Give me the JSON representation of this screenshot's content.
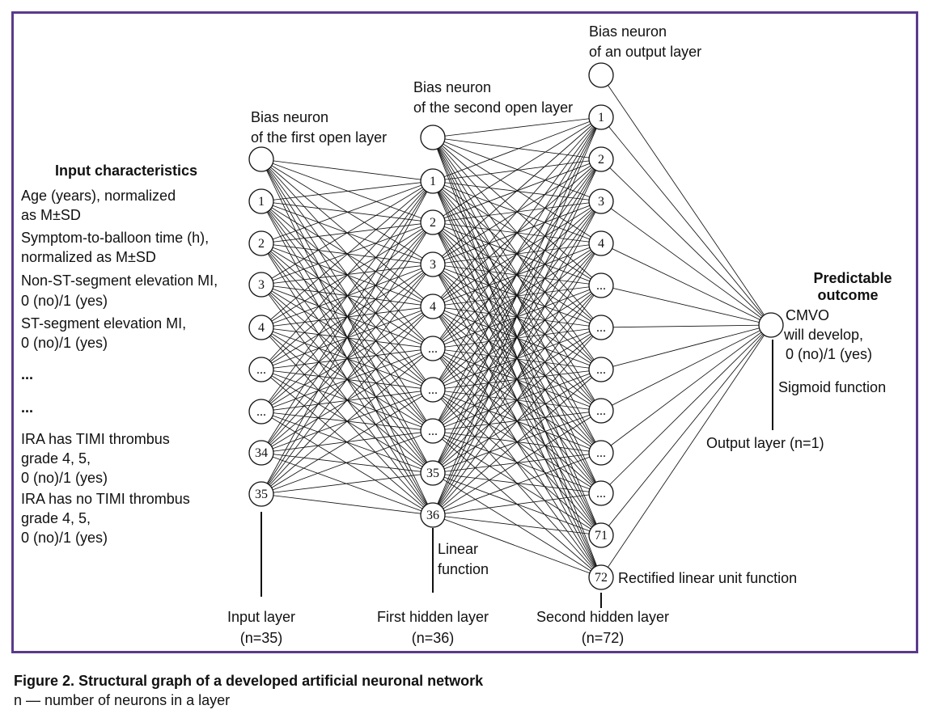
{
  "diagram": {
    "input_panel": {
      "heading": "Input characteristics",
      "lines": [
        "Age (years), normalized",
        "as M±SD",
        "Symptom-to-balloon time (h),",
        "normalized as M±SD",
        "Non-ST-segment elevation MI,",
        "0 (no)/1 (yes)",
        "ST-segment elevation MI,",
        "0 (no)/1 (yes)",
        "...",
        "...",
        "IRA has TIMI thrombus",
        "grade 4, 5,",
        "0 (no)/1 (yes)",
        "IRA has no TIMI thrombus",
        "grade 4, 5,",
        "0 (no)/1 (yes)"
      ]
    },
    "layers": {
      "input": {
        "neuron_labels": [
          "1",
          "2",
          "3",
          "4",
          "...",
          "...",
          "34",
          "35"
        ],
        "bias_label": [
          "Bias neuron",
          "of the first open layer"
        ],
        "title": "Input layer",
        "count": "(n=35)"
      },
      "hidden1": {
        "neuron_labels": [
          "1",
          "2",
          "3",
          "4",
          "...",
          "...",
          "...",
          "35",
          "36"
        ],
        "bias_label": [
          "Bias neuron",
          "of the second open layer"
        ],
        "title": "First hidden layer",
        "count": "(n=36)",
        "activation": [
          "Linear",
          "function"
        ]
      },
      "hidden2": {
        "neuron_labels": [
          "1",
          "2",
          "3",
          "4",
          "...",
          "...",
          "...",
          "...",
          "...",
          "...",
          "71",
          "72"
        ],
        "bias_label": [
          "Bias neuron",
          "of an output layer"
        ],
        "title": "Second hidden layer",
        "count": "(n=72)",
        "activation": "Rectified linear unit function"
      },
      "output": {
        "heading": [
          "Predictable",
          "outcome"
        ],
        "outcome": [
          "CMVO",
          "will develop,",
          "0 (no)/1 (yes)"
        ],
        "activation": "Sigmoid function",
        "title": "Output layer (n=1)"
      }
    },
    "colors": {
      "frame": "#5b3a8c",
      "ink": "#111111"
    }
  },
  "caption": {
    "title": "Figure 2. Structural graph of a developed artificial neuronal network",
    "note": "n — number of neurons in a layer"
  }
}
